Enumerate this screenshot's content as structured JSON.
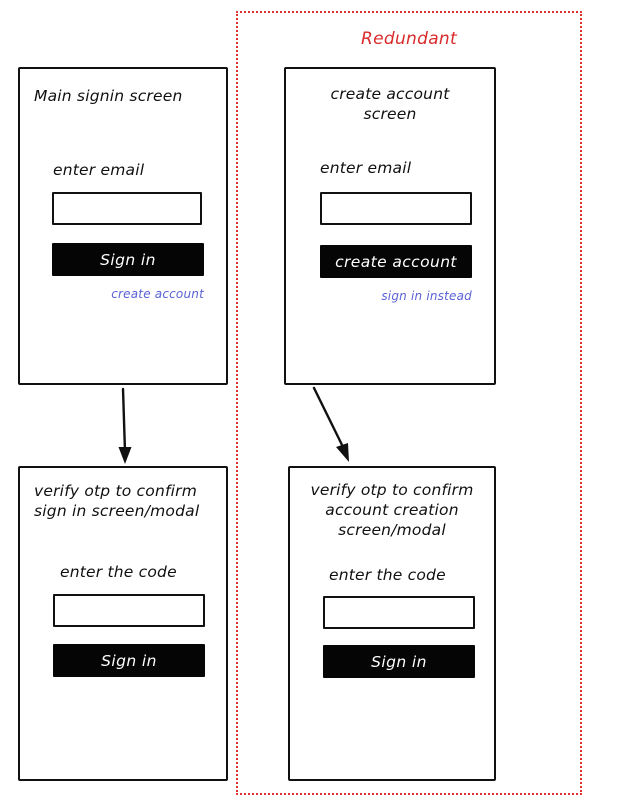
{
  "diagram": {
    "annotation": {
      "label": "Redundant",
      "color": "#d92b2b"
    },
    "accent_link_color": "#5a62d6",
    "screens": [
      {
        "id": "main-signin",
        "title": "Main signin screen",
        "field_label": "enter email",
        "input_value": "",
        "input_placeholder": "",
        "button_label": "Sign in",
        "link_label": "create account"
      },
      {
        "id": "create-account",
        "title": "create account screen",
        "field_label": "enter email",
        "input_value": "",
        "input_placeholder": "",
        "button_label": "create account",
        "link_label": "sign in instead"
      },
      {
        "id": "verify-otp-signin",
        "title": "verify otp to confirm sign in screen/modal",
        "field_label": "enter the code",
        "input_value": "",
        "input_placeholder": "",
        "button_label": "Sign in",
        "link_label": ""
      },
      {
        "id": "verify-otp-create",
        "title": "verify otp to confirm account creation screen/modal",
        "field_label": "enter the code",
        "input_value": "",
        "input_placeholder": "",
        "button_label": "Sign in",
        "link_label": ""
      }
    ],
    "connections": [
      {
        "from": "main-signin",
        "to": "verify-otp-signin",
        "style": "arrow-down"
      },
      {
        "from": "create-account",
        "to": "verify-otp-create",
        "style": "arrow-diagonal"
      }
    ]
  }
}
